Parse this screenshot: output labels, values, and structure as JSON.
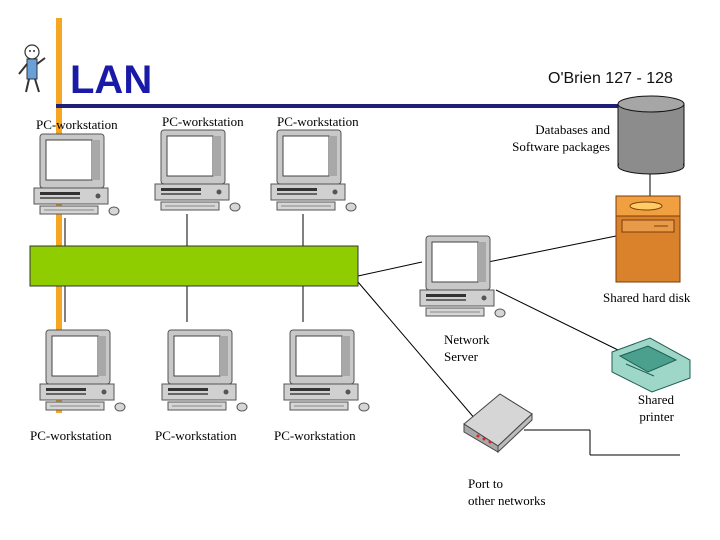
{
  "slide": {
    "title": "LAN",
    "reference": "O'Brien 127 - 128"
  },
  "colors": {
    "title_blue": "#1a1aa8",
    "accent_orange": "#f5a623",
    "rule_navy": "#1f1f7a",
    "bus_green": "#8fcc00",
    "server_brown": "#d9822b"
  },
  "labels": {
    "pc_top_1": "PC-workstation",
    "pc_top_2": "PC-workstation",
    "pc_top_3": "PC-workstation",
    "pc_bottom_1": "PC-workstation",
    "pc_bottom_2": "PC-workstation",
    "pc_bottom_3": "PC-workstation",
    "databases_line1": "Databases and",
    "databases_line2": "Software packages",
    "shared_disk": "Shared hard disk",
    "network_server_line1": "Network",
    "network_server_line2": "Server",
    "printer_line1": "Shared",
    "printer_line2": "printer",
    "port_line1": "Port to",
    "port_line2": "other networks"
  },
  "icons": {
    "mascot": "figure-mascot-icon",
    "workstation": "desktop-computer-icon",
    "database": "database-cylinder-icon",
    "disk": "hard-disk-tower-icon",
    "printer": "printer-icon",
    "router": "network-port-icon"
  }
}
